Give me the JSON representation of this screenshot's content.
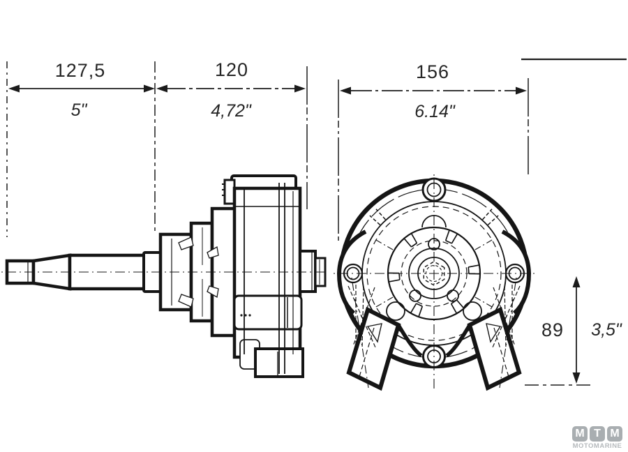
{
  "canvas": {
    "background": "#ffffff",
    "line_color": "#1b1b1b"
  },
  "drawing": {
    "type": "technical-dimension-drawing",
    "views": [
      "steering-helm-side-view",
      "steering-helm-front-view"
    ]
  },
  "dimensions": {
    "shaft_length": {
      "mm": "127,5",
      "inch": "5\""
    },
    "housing_depth": {
      "mm": "120",
      "inch": "4,72\""
    },
    "housing_width": {
      "mm": "156",
      "inch": "6.14\""
    },
    "mount_height": {
      "mm": "89",
      "inch": "3,5\""
    }
  },
  "logo": {
    "letters": [
      "M",
      "T",
      "M"
    ],
    "name": "MOTOMARINE",
    "tile_color": "#a9aeb1",
    "name_color": "#b6babd"
  }
}
